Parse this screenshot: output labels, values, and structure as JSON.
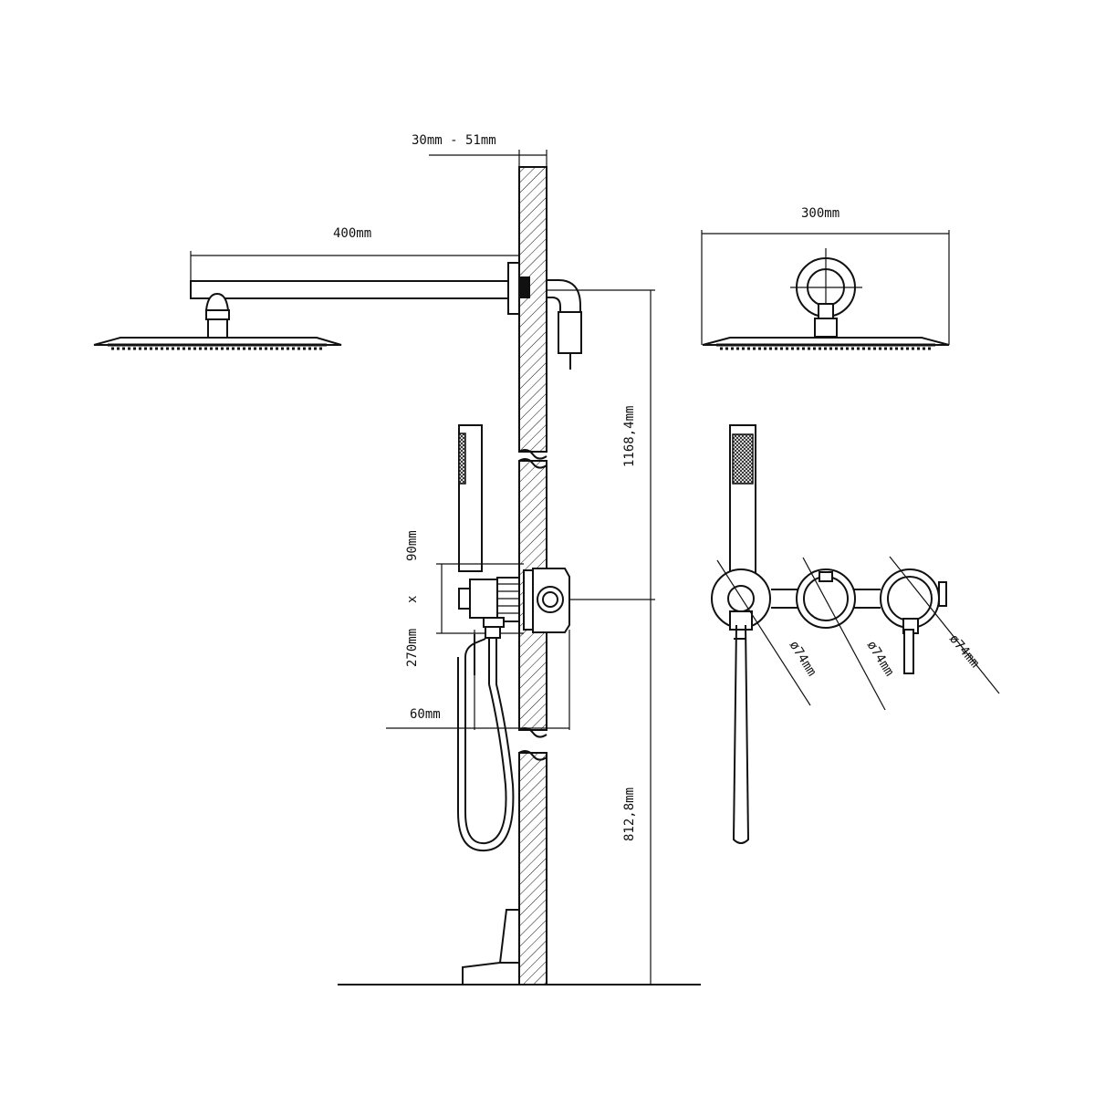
{
  "dimensions": {
    "wall_depth": "30mm - 51mm",
    "arm_length": "400mm",
    "head_width": "300mm",
    "upper_height": "1168,4mm",
    "lower_height": "812,8mm",
    "valve_box_h": "90mm",
    "valve_box_x": "x",
    "valve_box_w": "270mm",
    "valve_depth": "60mm",
    "dia_1": "ø74mm",
    "dia_2": "ø74mm",
    "dia_3": "ø74mm"
  }
}
